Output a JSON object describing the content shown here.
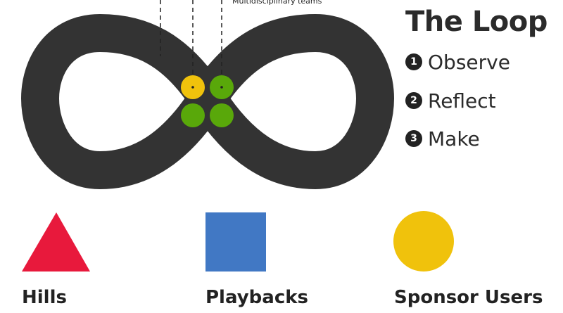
{
  "loop": {
    "title": "The Loop",
    "top_label": "Multidisciplinary teams",
    "steps": [
      {
        "num": "1",
        "label": "Observe"
      },
      {
        "num": "2",
        "label": "Reflect"
      },
      {
        "num": "3",
        "label": "Make"
      }
    ]
  },
  "shapes": [
    {
      "label": "Hills",
      "shape": "triangle",
      "color": "#e8193c"
    },
    {
      "label": "Playbacks",
      "shape": "square",
      "color": "#4178c4"
    },
    {
      "label": "Sponsor Users",
      "shape": "circle",
      "color": "#f0c20c"
    }
  ],
  "colors": {
    "loop_track": "#333333",
    "dot_yellow": "#f0c20c",
    "dot_green": "#59a80a",
    "text": "#2b2b2b"
  }
}
